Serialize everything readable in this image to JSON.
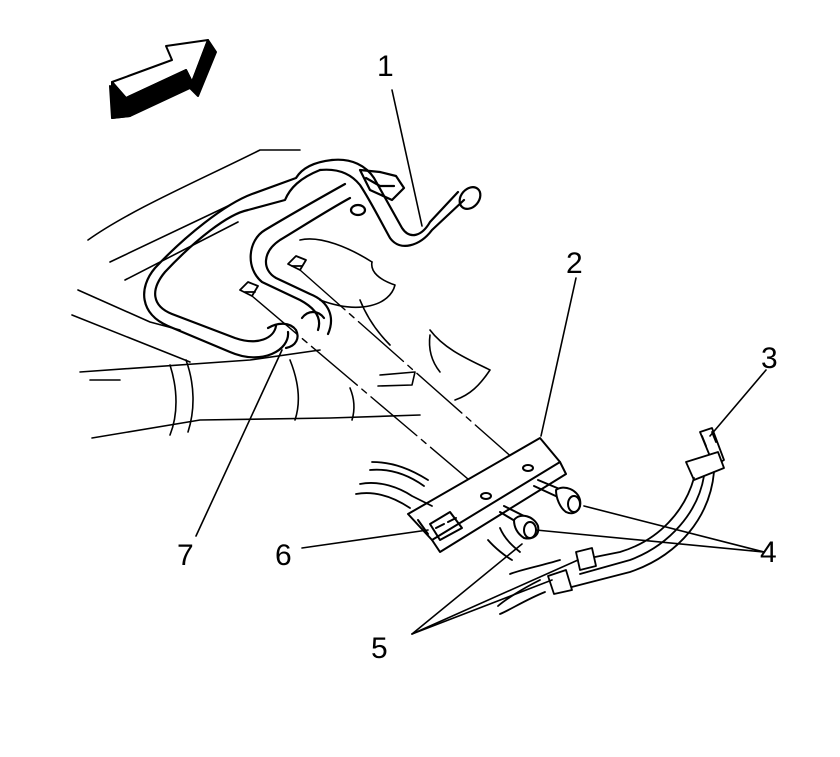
{
  "callouts": {
    "c1": "1",
    "c2": "2",
    "c3": "3",
    "c4": "4",
    "c5": "5",
    "c6": "6",
    "c7": "7"
  },
  "colors": {
    "line": "#000000",
    "background": "#ffffff"
  },
  "icons": {
    "direction_arrow": "arrow-up-right-icon"
  }
}
